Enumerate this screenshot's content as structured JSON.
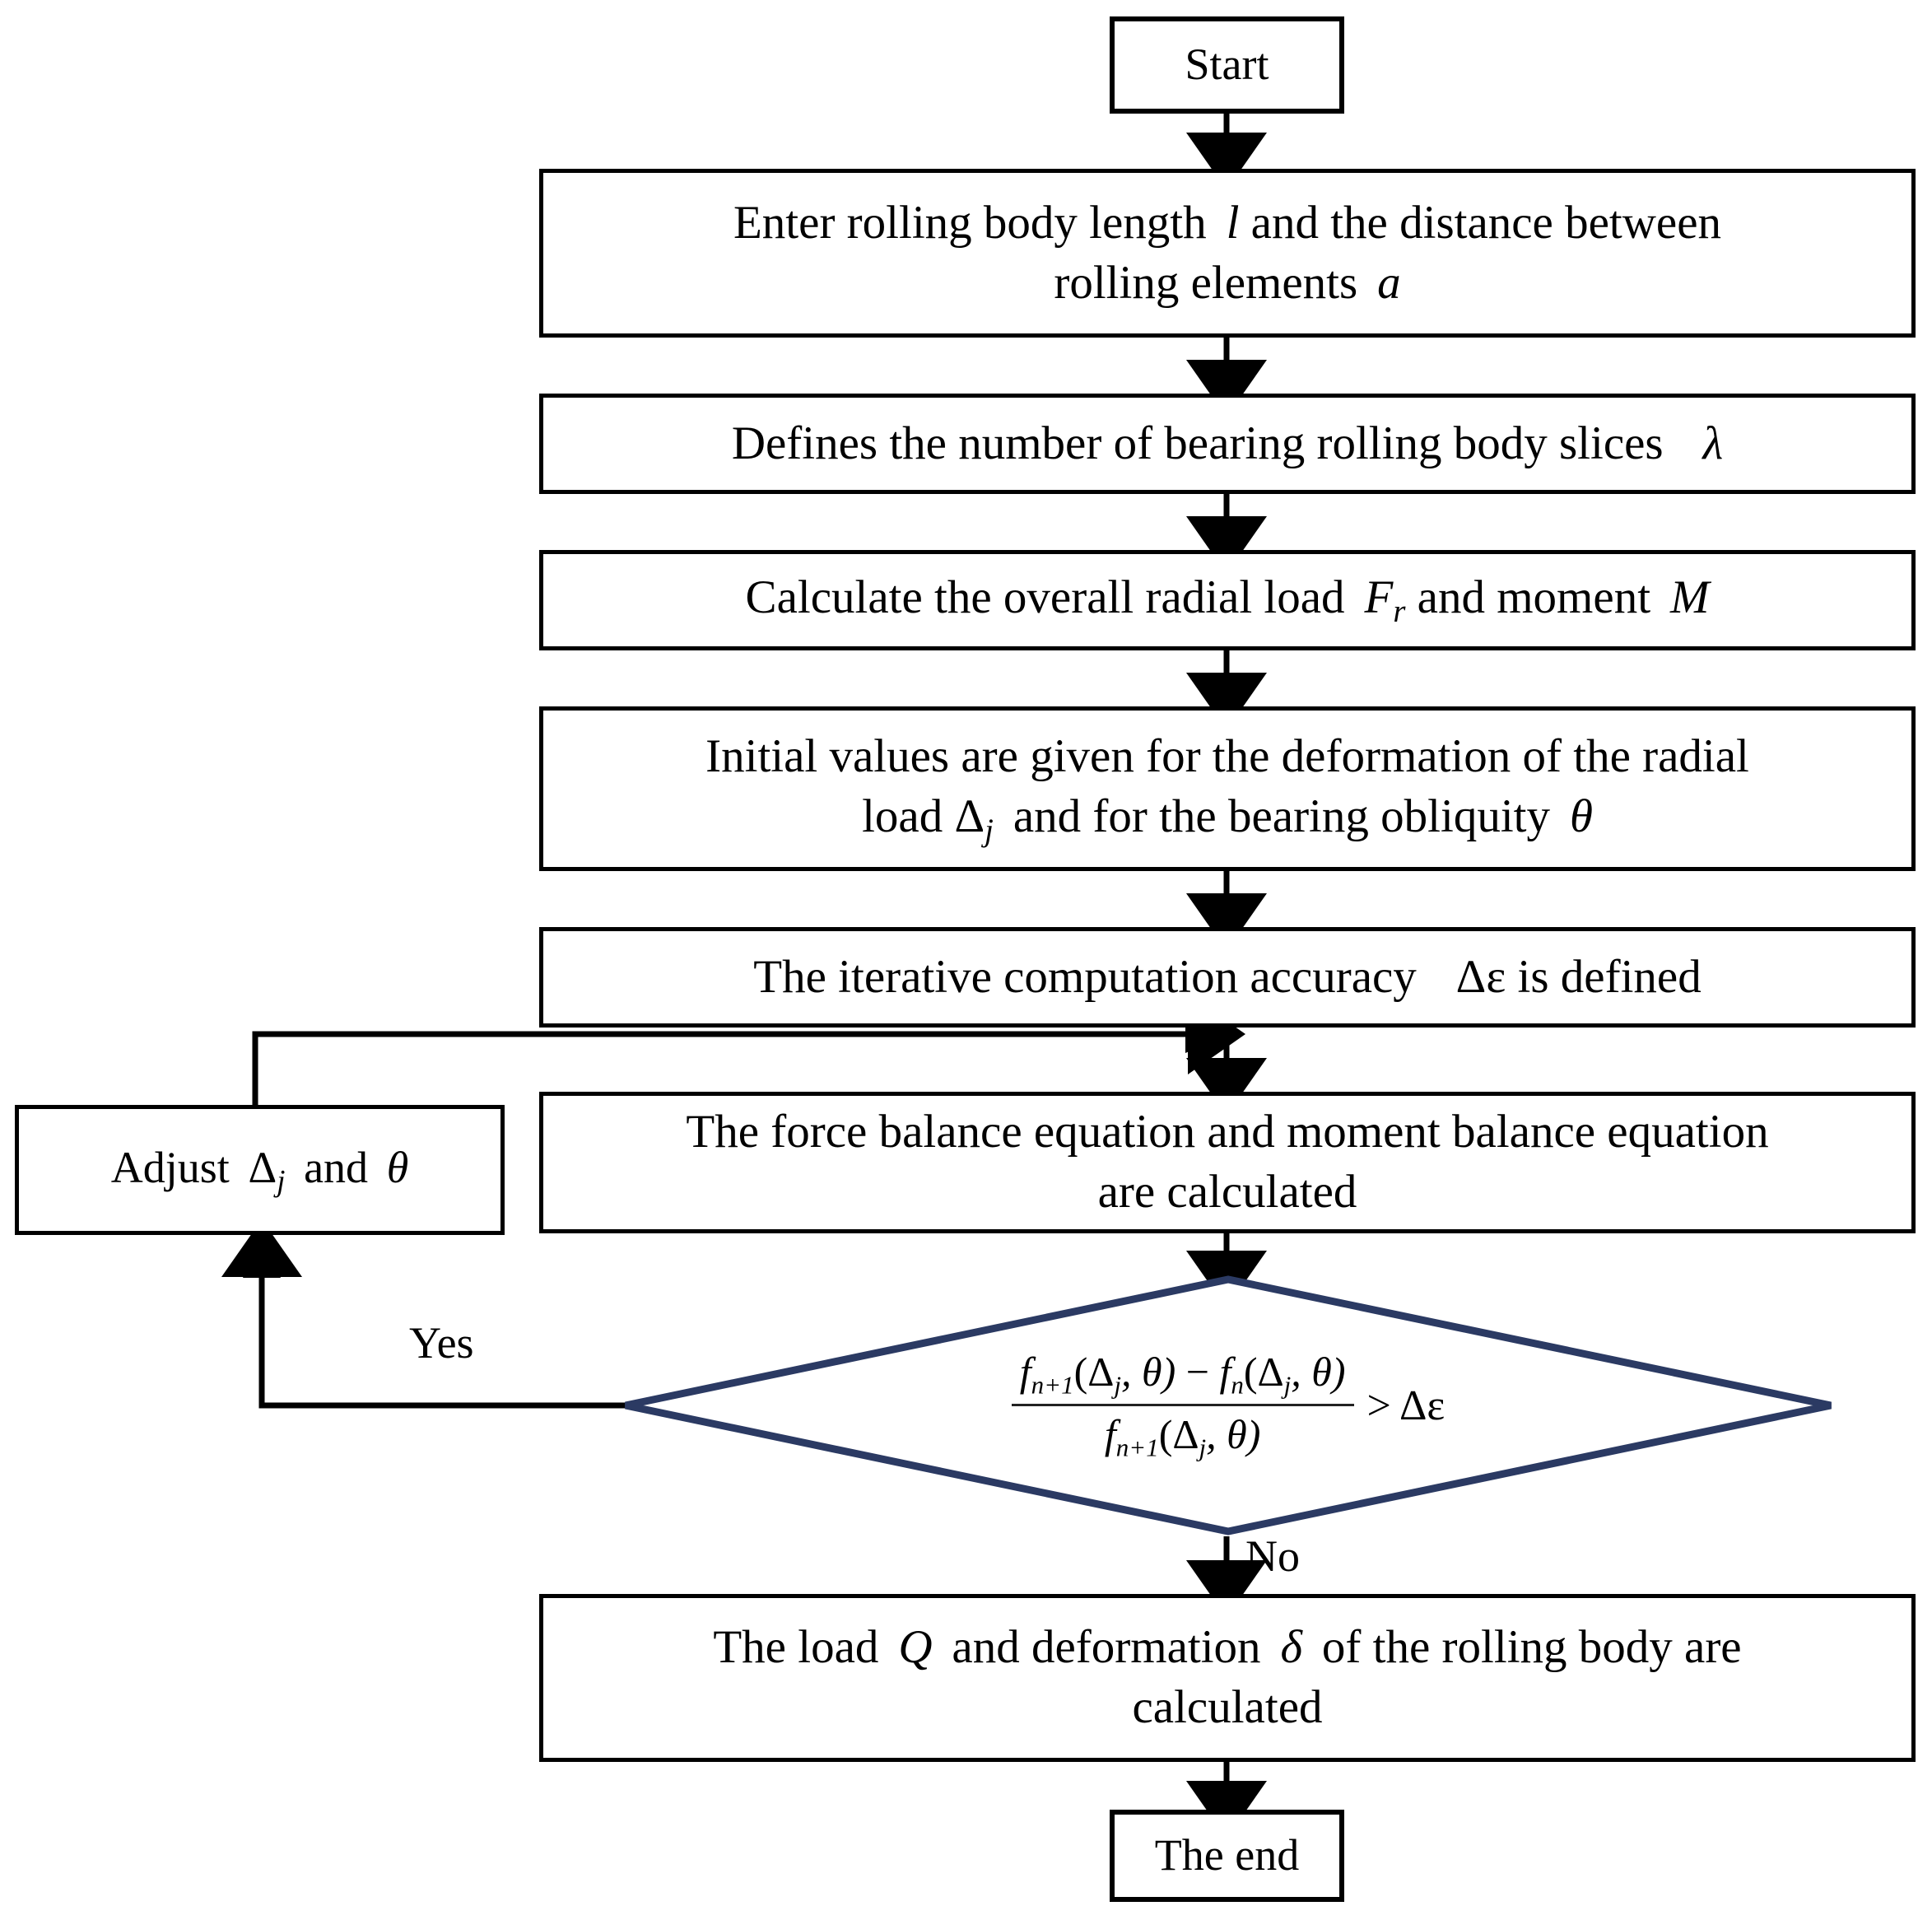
{
  "diagram": {
    "title": "Bearing load distribution iterative solution flowchart",
    "colors": {
      "node_border": "#000000",
      "decision_border": "#2b3a63",
      "connector": "#000000",
      "background": "#ffffff"
    },
    "nodes": {
      "start": {
        "label": "Start",
        "shape": "terminator"
      },
      "input_dimensions": {
        "line1_a": "Enter rolling body length",
        "line1_var": "l",
        "line1_b": "and the distance between",
        "line2_a": "rolling elements",
        "line2_var": "a",
        "shape": "process"
      },
      "define_slices": {
        "text": "Defines the number of bearing rolling body slices",
        "var": "λ",
        "shape": "process"
      },
      "calc_load_moment": {
        "text_a": "Calculate the overall radial load",
        "var_f": "F",
        "var_f_sub": "r",
        "text_b": "and moment",
        "var_m": "M",
        "shape": "process"
      },
      "initial_values": {
        "line1": "Initial values are given for the deformation of the radial",
        "line2_a": "load",
        "line2_var1": "Δ",
        "line2_var1_sub": "j",
        "line2_b": "and for the bearing obliquity",
        "line2_var2": "θ",
        "shape": "process"
      },
      "accuracy": {
        "text_a": "The iterative computation accuracy",
        "var": "Δε",
        "text_b": "is defined",
        "shape": "process"
      },
      "adjust": {
        "text_a": "Adjust",
        "var1": "Δ",
        "var1_sub": "j",
        "text_b": "and",
        "var2": "θ",
        "shape": "process"
      },
      "balance_equations": {
        "line1": "The force balance equation and moment balance equation",
        "line2": "are calculated",
        "shape": "process"
      },
      "convergence_check": {
        "numerator": "fₙ₊₁(Δⱼ, θ) − fₙ(Δⱼ, θ)",
        "denominator": "fₙ₊₁(Δⱼ, θ)",
        "comparison": "> Δε",
        "num_f1": "f",
        "num_f1_sub": "n+1",
        "num_args1": "(Δ",
        "num_args1_sub": "j",
        "num_args1_tail": ", θ)",
        "num_minus": "−",
        "num_f2": "f",
        "num_f2_sub": "n",
        "den_f": "f",
        "den_f_sub": "n+1",
        "shape": "decision"
      },
      "result": {
        "line1_a": "The load",
        "line1_var_q": "Q",
        "line1_b": "and deformation",
        "line1_var_delta": "δ",
        "line1_c": "of the rolling body are",
        "line2": "calculated",
        "shape": "process"
      },
      "end": {
        "label": "The end",
        "shape": "terminator"
      }
    },
    "edge_labels": {
      "yes": "Yes",
      "no": "No"
    }
  }
}
